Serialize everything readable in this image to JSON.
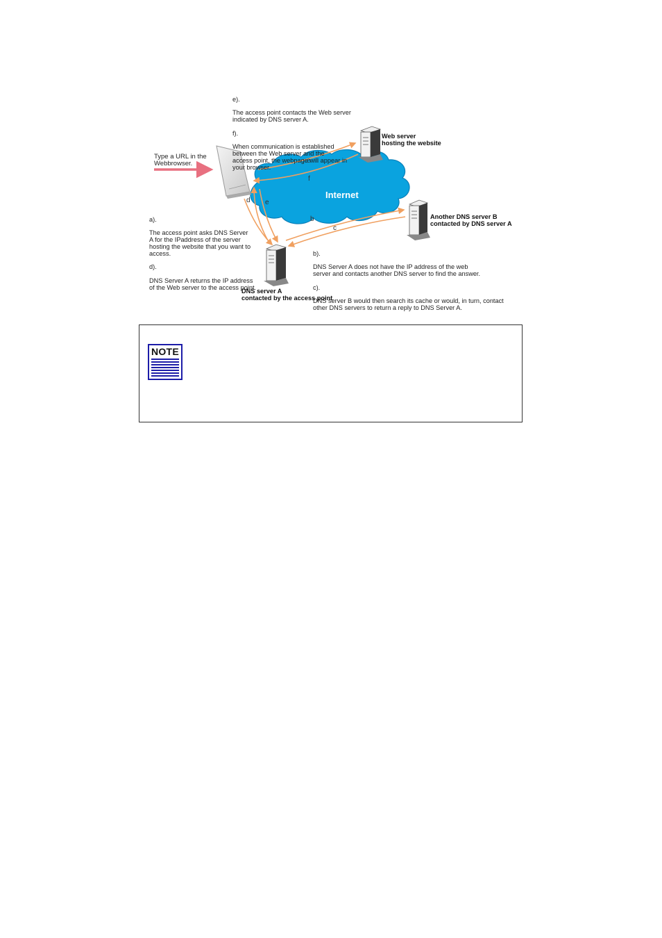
{
  "diagram": {
    "text_ef": {
      "e_head": "e).",
      "e_body": "The access point contacts the Web server\nindicated by DNS server A.",
      "f_head": "f).",
      "f_body": "When communication is established\nbetween the Web server and the\naccess point, the webpage will appear in\nyour browser."
    },
    "type_url": "Type a URL in the\nWebbrowser.",
    "web_server_label": "Web server\nhosting the website",
    "internet_label": "Internet",
    "dns_b_label": "Another DNS server B\ncontacted by DNS server A",
    "text_ad": {
      "a_head": "a).",
      "a_body": "The access point asks DNS Server\nA for the IPaddress of the server\nhosting the website that you want to\naccess.",
      "d_head": "d).",
      "d_body": "DNS Server A returns the IP address\nof the Web server to the access point."
    },
    "text_bc": {
      "b_head": "b).",
      "b_body": "DNS Server A does not have the IP address of the web\nserver and contacts another DNS server to find the answer.",
      "c_head": "c).",
      "c_body": "DNS server B would then search its cache or would, in turn, contact\nother DNS servers to return a reply to DNS Server A."
    },
    "dns_a_label": "DNS server A\ncontacted by the access point",
    "arrow_labels": {
      "e_top": "e",
      "f": "f",
      "d": "d",
      "e_left": "e",
      "b": "b",
      "c": "c"
    },
    "colors": {
      "cloud": "#0aa3df",
      "arrow": "#f0a060",
      "url_arrow": "#e87080"
    }
  },
  "note": {
    "icon": "note-icon",
    "icon_label": "NOTE",
    "color": "#1c1ca8"
  }
}
